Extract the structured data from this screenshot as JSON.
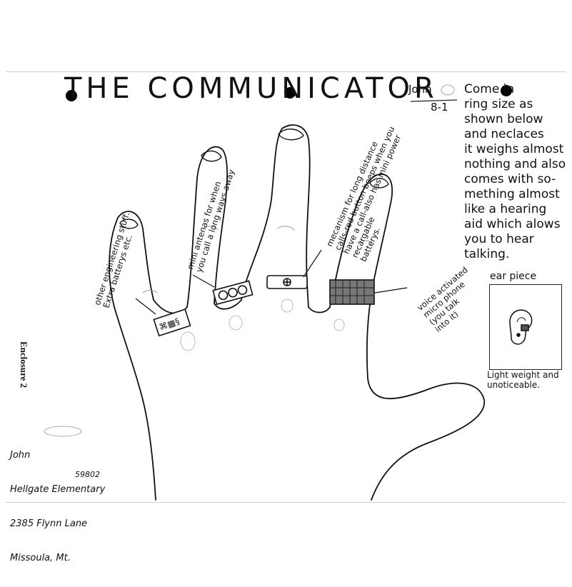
{
  "title": "THE COMMUNICATOR",
  "author_top": "John",
  "author_number": "8-1",
  "description": "Come in\nring size as\nshown below\nand neclaces\nit weighs almost\nnothing and also\ncomes with so-\nmething almost\nlike a hearing\naid which alows\nyou to hear\ntalking.",
  "annotations": {
    "pinky_ring": "other engineering stuff.\nExtra batterys etc.",
    "ring_finger_ring": "mini antenas for when\nyou call a long ways away",
    "middle_finger_ring": "mecanism for long distance\ncalls-red button beeps when you\nhave a call-also has mini power\nrecargable\nbatterys.",
    "index_finger_ring": "voice activated\nmicro phone\n(you talk\ninto it)"
  },
  "ear_piece": {
    "label": "ear piece",
    "caption": "Light weight and\nunoticeable."
  },
  "enclosure_label": "Enclosure 2",
  "address": {
    "name": "John",
    "school": "Hellgate Elementary",
    "street": "2385 Flynn Lane",
    "city": "Missoula, Mt.",
    "zip": "59802"
  }
}
